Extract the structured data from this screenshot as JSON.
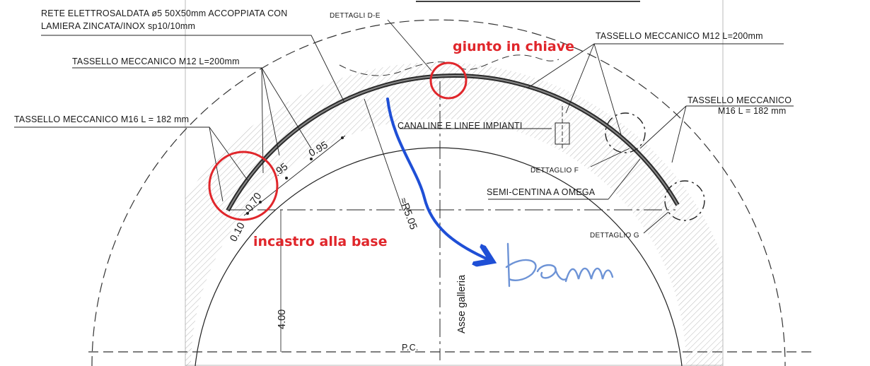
{
  "labels": {
    "rete": [
      "RETE ELETTROSALDATA ø5 50X50mm ACCOPPIATA CON",
      "LAMIERA ZINCATA/INOX sp10/10mm"
    ],
    "dettagli_de": "DETTAGLI D-E",
    "tassello_m12_right": "TASSELLO MECCANICO M12 L=200mm",
    "tassello_m12_left": "TASSELLO MECCANICO M12 L=200mm",
    "tassello_m16_left": "TASSELLO MECCANICO M16 L = 182 mm",
    "tassello_m16_right": [
      "TASSELLO MECCANICO",
      "M16 L = 182 mm"
    ],
    "canaline": "CANALINE E LINEE IMPIANTI",
    "dettaglio_f": "DETTAGLIO F",
    "semi_centina": "SEMI-CENTINA A OMEGA",
    "dettaglio_g": "DETTAGLIO G",
    "radius": "≈R5.05",
    "dim_095_a": "0.95",
    "dim_095_b": ".95",
    "dim_070": "0.70",
    "dim_010": "0.10",
    "dim_400": "4.00",
    "asse": "Asse galleria",
    "pc": "P.C."
  },
  "annotations": {
    "giunto": "giunto in chiave",
    "incastro": "incastro alla base",
    "handwritten": "beam"
  },
  "colors": {
    "annotation_red": "#e0262b",
    "arrow_blue": "#1f4fd6",
    "handwriting_blue": "#6d93d6",
    "drawing_ink": "#1a1a1a",
    "hatch": "#9a9a9a"
  }
}
